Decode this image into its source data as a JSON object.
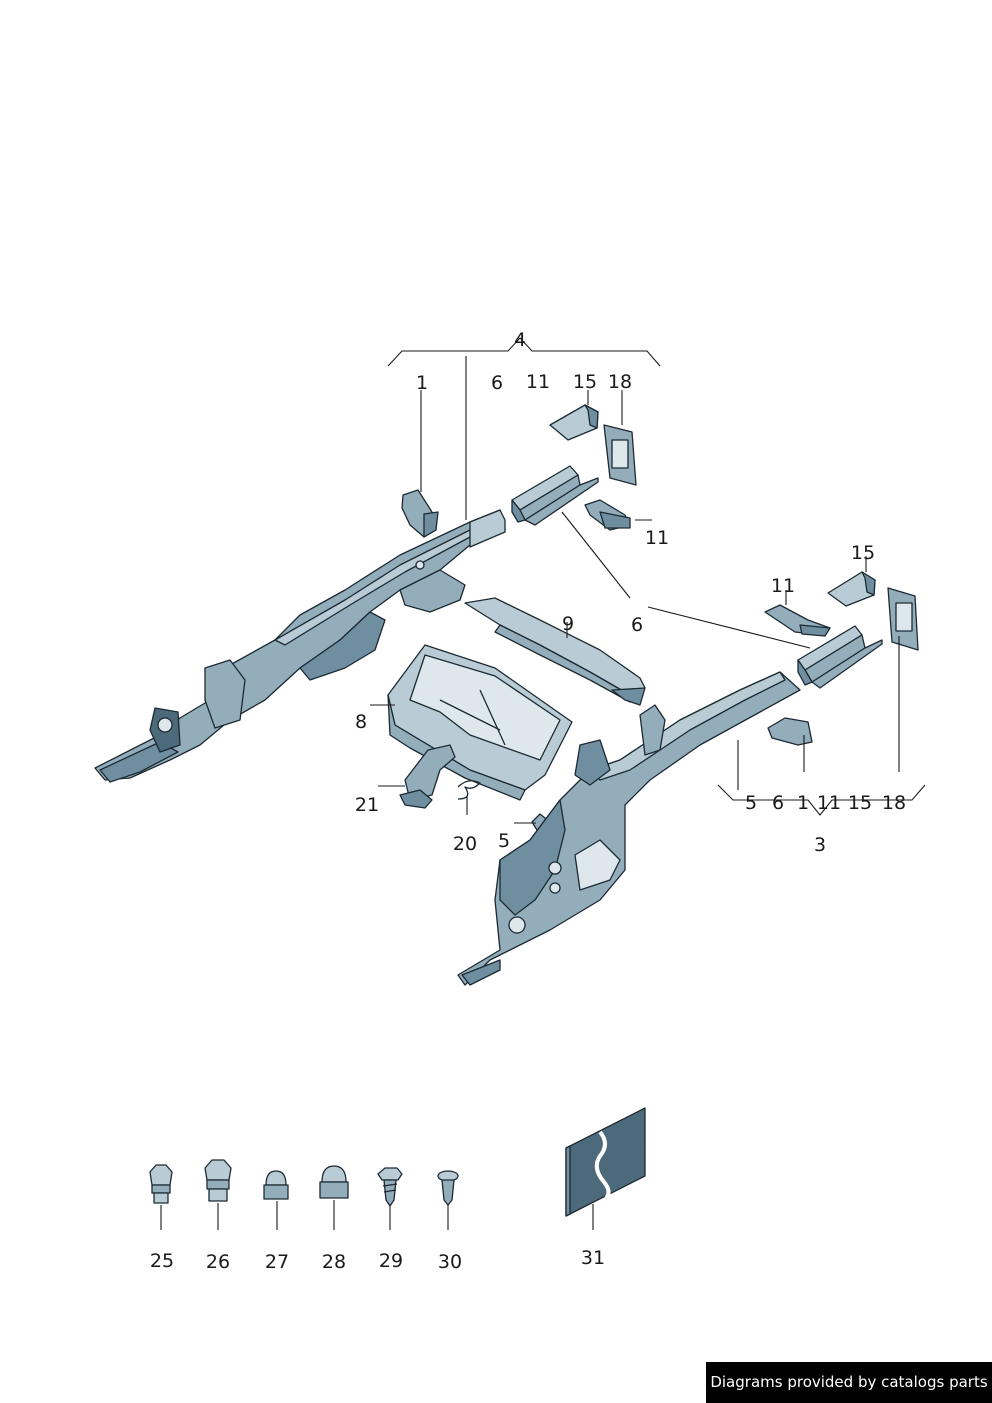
{
  "labels": {
    "top_group": "4",
    "top_1": "1",
    "top_6": "6",
    "top_11": "11",
    "top_15": "15",
    "top_18": "18",
    "right_11_under_bracket": "11",
    "center_6": "6",
    "center_9": "9",
    "right_15": "15",
    "right_11": "11",
    "label_8": "8",
    "label_21": "21",
    "label_20": "20",
    "label_5": "5",
    "right_group_5": "5",
    "right_group_6": "6",
    "right_group_1": "1",
    "right_group_11": "11",
    "right_group_15": "15",
    "right_group_18": "18",
    "right_group": "3",
    "fastener_25": "25",
    "fastener_26": "26",
    "fastener_27": "27",
    "fastener_28": "28",
    "fastener_29": "29",
    "fastener_30": "30",
    "sheet_31": "31"
  },
  "footer": {
    "credit": "Diagrams provided by catalogs parts"
  },
  "colors": {
    "part_dark": "#4d6a7b",
    "part_mid": "#6f8fa1",
    "part_light": "#b9cbd4",
    "outline": "#1c2a33"
  }
}
